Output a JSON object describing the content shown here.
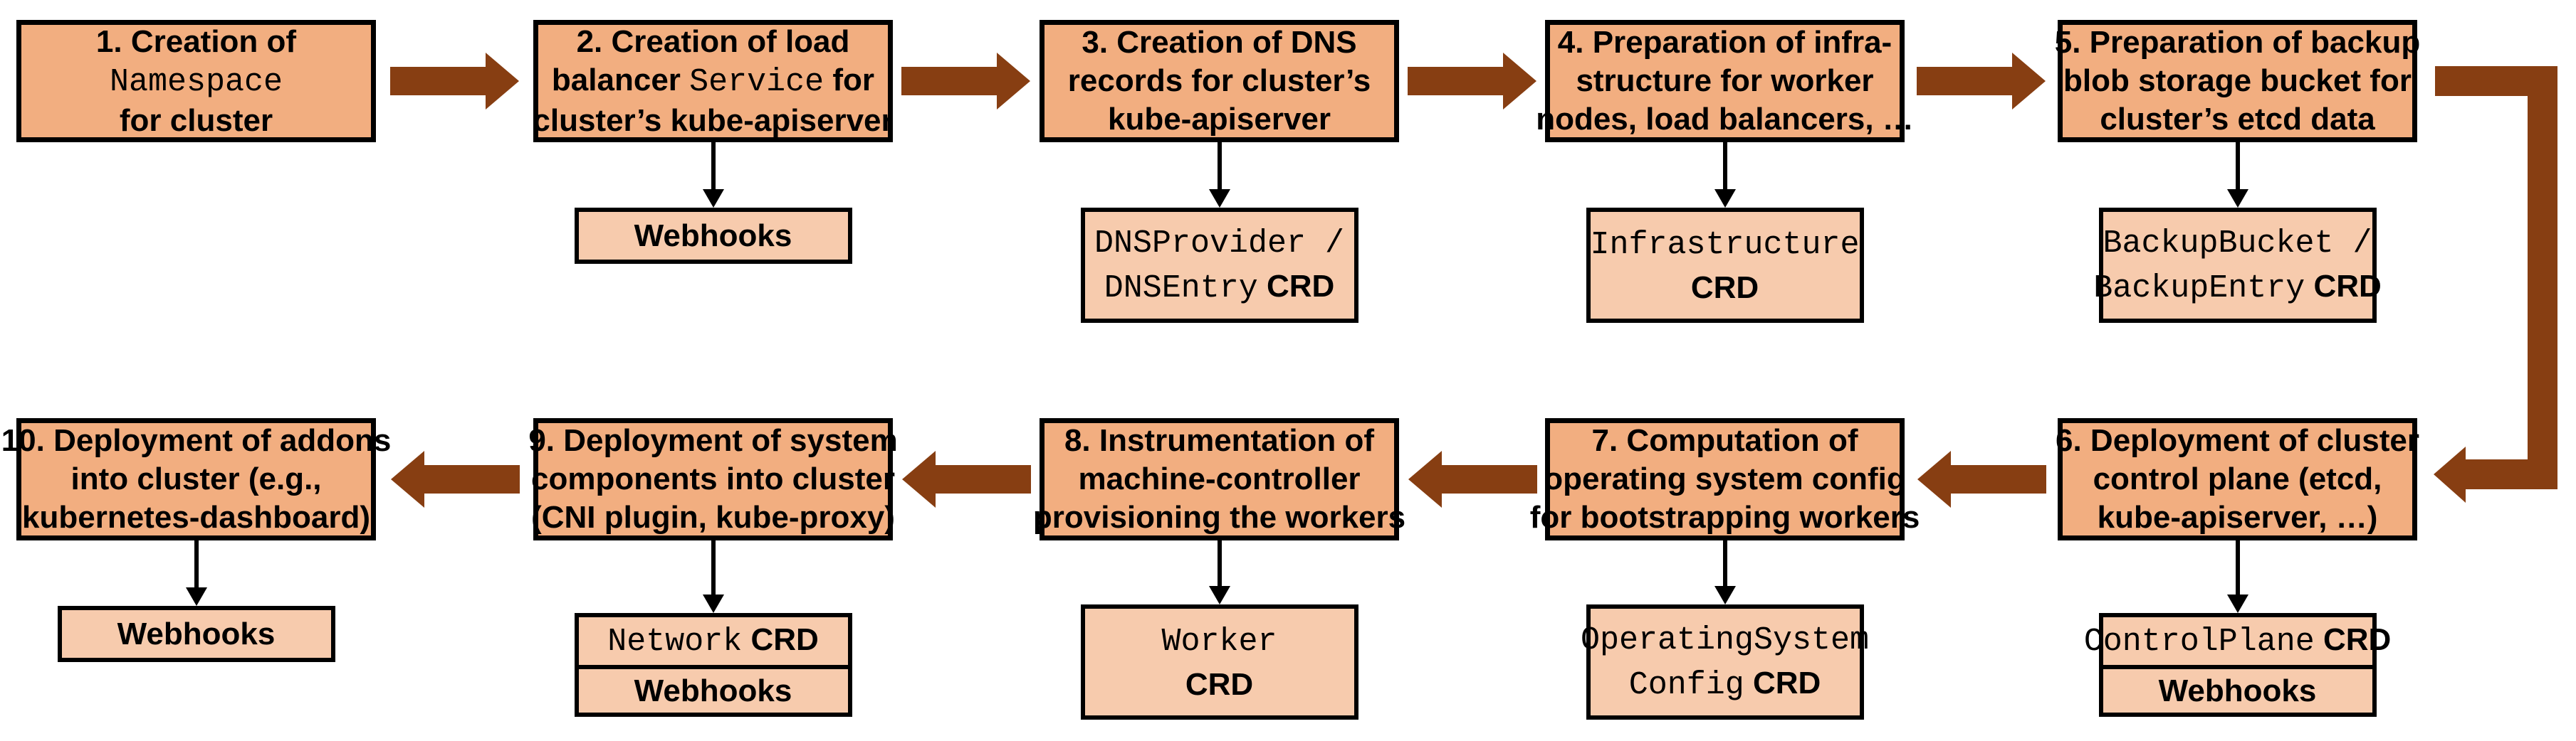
{
  "diagram_title": "Cluster reconciliation flow",
  "colors": {
    "step_fill": "#F2AE80",
    "sub_fill": "#F7CBAD",
    "arrow": "#873E12",
    "line": "#000000",
    "background": "#FFFFFF"
  },
  "steps": [
    {
      "id": "1",
      "col": 0,
      "row": 0,
      "lines": [
        [
          {
            "t": "1. Creation of"
          }
        ],
        [
          {
            "t": "Namespace",
            "mono": true
          }
        ],
        [
          {
            "t": "for cluster"
          }
        ]
      ],
      "sub": null
    },
    {
      "id": "2",
      "col": 1,
      "row": 0,
      "lines": [
        [
          {
            "t": "2. Creation of load"
          }
        ],
        [
          {
            "t": "balancer "
          },
          {
            "t": "Service",
            "mono": true
          },
          {
            "t": " for"
          }
        ],
        [
          {
            "t": "cluster’s kube-apiserver"
          }
        ]
      ],
      "sub": {
        "boxes": [
          {
            "lines": [
              [
                {
                  "t": "Webhooks"
                }
              ]
            ]
          }
        ]
      }
    },
    {
      "id": "3",
      "col": 2,
      "row": 0,
      "lines": [
        [
          {
            "t": "3. Creation of DNS"
          }
        ],
        [
          {
            "t": "records for cluster’s"
          }
        ],
        [
          {
            "t": "kube-apiserver"
          }
        ]
      ],
      "sub": {
        "boxes": [
          {
            "lines": [
              [
                {
                  "t": "DNSProvider /",
                  "mono": true
                }
              ],
              [
                {
                  "t": "DNSEntry",
                  "mono": true
                },
                {
                  "t": " CRD"
                }
              ]
            ]
          }
        ]
      }
    },
    {
      "id": "4",
      "col": 3,
      "row": 0,
      "lines": [
        [
          {
            "t": "4. Preparation of infra-"
          }
        ],
        [
          {
            "t": "structure for worker"
          }
        ],
        [
          {
            "t": "nodes, load balancers, …"
          }
        ]
      ],
      "sub": {
        "boxes": [
          {
            "lines": [
              [
                {
                  "t": "Infrastructure",
                  "mono": true
                }
              ],
              [
                {
                  "t": "CRD"
                }
              ]
            ]
          }
        ]
      }
    },
    {
      "id": "5",
      "col": 4,
      "row": 0,
      "lines": [
        [
          {
            "t": "5. Preparation of backup"
          }
        ],
        [
          {
            "t": "blob storage bucket for"
          }
        ],
        [
          {
            "t": "cluster’s etcd data"
          }
        ]
      ],
      "sub": {
        "boxes": [
          {
            "lines": [
              [
                {
                  "t": "BackupBucket /",
                  "mono": true
                }
              ],
              [
                {
                  "t": "BackupEntry",
                  "mono": true
                },
                {
                  "t": " CRD"
                }
              ]
            ]
          }
        ]
      }
    },
    {
      "id": "6",
      "col": 4,
      "row": 1,
      "lines": [
        [
          {
            "t": "6. Deployment of cluster"
          }
        ],
        [
          {
            "t": "control plane (etcd,"
          }
        ],
        [
          {
            "t": "kube-apiserver, …)"
          }
        ]
      ],
      "sub": {
        "boxes": [
          {
            "lines": [
              [
                {
                  "t": "ControlPlane",
                  "mono": true
                },
                {
                  "t": " CRD"
                }
              ]
            ]
          },
          {
            "lines": [
              [
                {
                  "t": "Webhooks"
                }
              ]
            ]
          }
        ]
      }
    },
    {
      "id": "7",
      "col": 3,
      "row": 1,
      "lines": [
        [
          {
            "t": "7. Computation of"
          }
        ],
        [
          {
            "t": "operating system config"
          }
        ],
        [
          {
            "t": "for bootstrapping workers"
          }
        ]
      ],
      "sub": {
        "boxes": [
          {
            "lines": [
              [
                {
                  "t": "OperatingSystem",
                  "mono": true
                }
              ],
              [
                {
                  "t": "Config",
                  "mono": true
                },
                {
                  "t": " CRD"
                }
              ]
            ]
          }
        ]
      }
    },
    {
      "id": "8",
      "col": 2,
      "row": 1,
      "lines": [
        [
          {
            "t": "8. Instrumentation of"
          }
        ],
        [
          {
            "t": "machine-controller"
          }
        ],
        [
          {
            "t": "provisioning the workers"
          }
        ]
      ],
      "sub": {
        "boxes": [
          {
            "lines": [
              [
                {
                  "t": "Worker",
                  "mono": true
                }
              ],
              [
                {
                  "t": "CRD"
                }
              ]
            ]
          }
        ]
      }
    },
    {
      "id": "9",
      "col": 1,
      "row": 1,
      "lines": [
        [
          {
            "t": "9. Deployment of system"
          }
        ],
        [
          {
            "t": "components into cluster"
          }
        ],
        [
          {
            "t": "(CNI plugin, kube-proxy)"
          }
        ]
      ],
      "sub": {
        "boxes": [
          {
            "lines": [
              [
                {
                  "t": "Network",
                  "mono": true
                },
                {
                  "t": " CRD"
                }
              ]
            ]
          },
          {
            "lines": [
              [
                {
                  "t": "Webhooks"
                }
              ]
            ]
          }
        ]
      }
    },
    {
      "id": "10",
      "col": 0,
      "row": 1,
      "lines": [
        [
          {
            "t": "10. Deployment of addons"
          }
        ],
        [
          {
            "t": "into cluster (e.g.,"
          }
        ],
        [
          {
            "t": "kubernetes-dashboard)"
          }
        ]
      ],
      "sub": {
        "boxes": [
          {
            "lines": [
              [
                {
                  "t": "Webhooks"
                }
              ]
            ]
          }
        ]
      }
    }
  ],
  "flow_arrows": [
    {
      "from": "1",
      "to": "2",
      "row": 0,
      "gap": 0,
      "dir": "right"
    },
    {
      "from": "2",
      "to": "3",
      "row": 0,
      "gap": 1,
      "dir": "right"
    },
    {
      "from": "3",
      "to": "4",
      "row": 0,
      "gap": 2,
      "dir": "right"
    },
    {
      "from": "4",
      "to": "5",
      "row": 0,
      "gap": 3,
      "dir": "right"
    },
    {
      "from": "5",
      "to": "6",
      "type": "elbow"
    },
    {
      "from": "6",
      "to": "7",
      "row": 1,
      "gap": 3,
      "dir": "left"
    },
    {
      "from": "7",
      "to": "8",
      "row": 1,
      "gap": 2,
      "dir": "left"
    },
    {
      "from": "8",
      "to": "9",
      "row": 1,
      "gap": 1,
      "dir": "left"
    },
    {
      "from": "9",
      "to": "10",
      "row": 1,
      "gap": 0,
      "dir": "left"
    }
  ]
}
